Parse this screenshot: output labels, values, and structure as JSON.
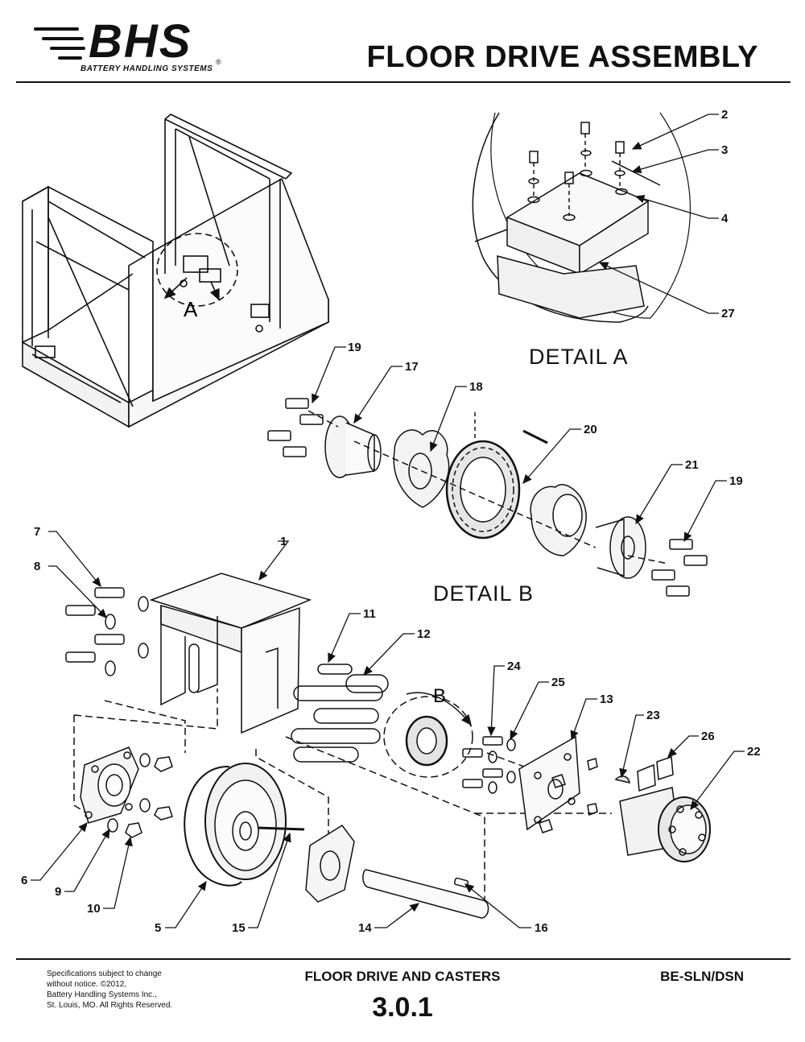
{
  "header": {
    "logo_text": "BHS",
    "logo_registered": "®",
    "logo_subtitle": "BATTERY HANDLING SYSTEMS",
    "title": "FLOOR DRIVE ASSEMBLY"
  },
  "details": {
    "detail_a": {
      "label": "DETAIL  A",
      "marker": "A"
    },
    "detail_b": {
      "label": "DETAIL B",
      "marker": "B"
    }
  },
  "callouts": [
    "1",
    "2",
    "3",
    "4",
    "5",
    "6",
    "7",
    "8",
    "9",
    "10",
    "11",
    "12",
    "13",
    "14",
    "15",
    "16",
    "17",
    "18",
    "19",
    "20",
    "21",
    "22",
    "23",
    "24",
    "25",
    "26",
    "27"
  ],
  "footer": {
    "disclaimer_lines": [
      "Specifications subject to change",
      "without notice. ©2012,",
      "Battery Handling Systems Inc.,",
      "St. Louis, MO. All Rights Reserved."
    ],
    "section_title": "FLOOR DRIVE AND CASTERS",
    "model": "BE-SLN/DSN",
    "page_number": "3.0.1"
  }
}
